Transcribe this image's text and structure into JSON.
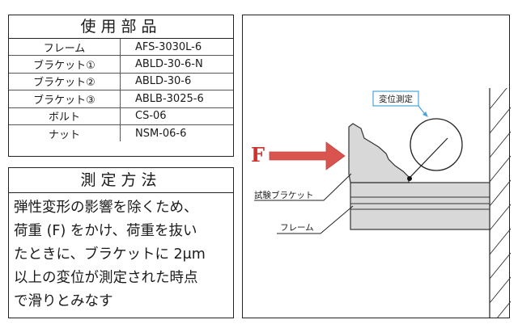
{
  "parts": {
    "title": "使用部品",
    "rows": [
      {
        "name": "フレーム",
        "code": "AFS-3030L-6"
      },
      {
        "name": "ブラケット①",
        "code": "ABLD-30-6-N"
      },
      {
        "name": "ブラケット②",
        "code": "ABLD-30-6"
      },
      {
        "name": "ブラケット③",
        "code": "ABLB-3025-6"
      },
      {
        "name": "ボルト",
        "code": "CS-06"
      },
      {
        "name": "ナット",
        "code": "NSM-06-6"
      }
    ]
  },
  "method": {
    "title": "測定方法",
    "lines": [
      "弾性変形の影響を除くため、",
      "荷重 (F) をかけ、荷重を抜い",
      "たときに、ブラケットに 2μm",
      "以上の変位が測定された時点",
      "で滑りとみなす"
    ]
  },
  "diagram": {
    "force_label": "F",
    "gauge_label": "変位測定",
    "bracket_label": "試験ブラケット",
    "frame_label": "フレーム",
    "colors": {
      "force_arrow": "#d9544f",
      "gauge_callout_border": "#4aa3d9",
      "part_fill": "#d8d8d8"
    }
  }
}
